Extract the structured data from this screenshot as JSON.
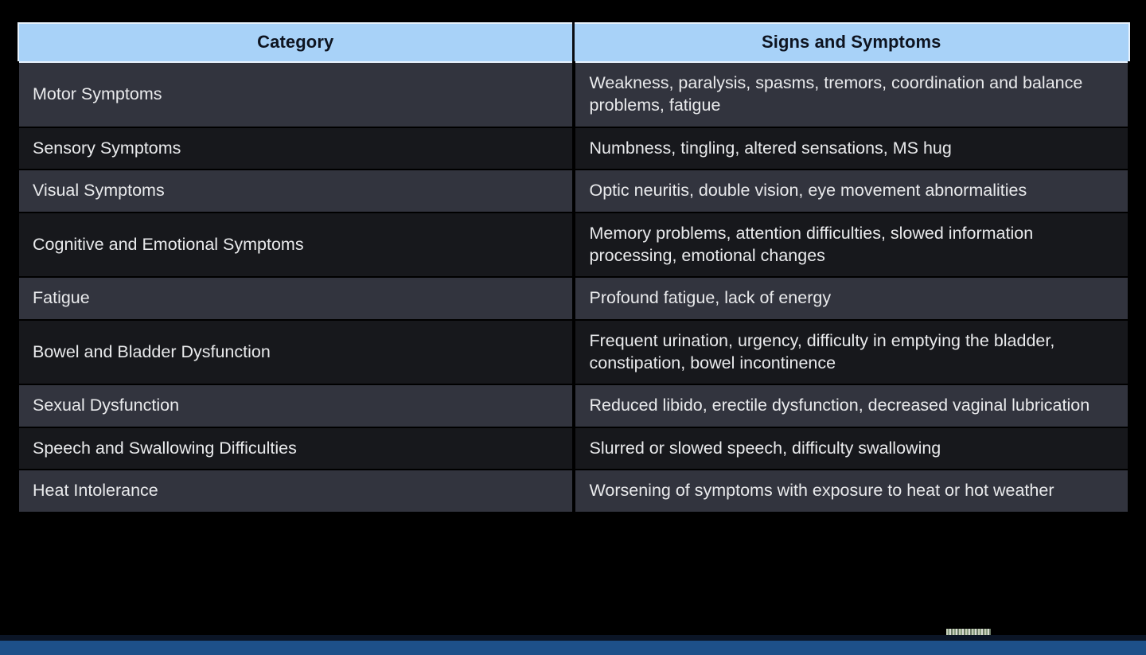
{
  "slide": {
    "background_color": "#000000",
    "bottom_bar_color": "#1d5089",
    "header_fill_color": "#a8d2f8",
    "row_odd_color": "#32343e",
    "row_even_color": "#17181c"
  },
  "table": {
    "columns": [
      {
        "key": "category",
        "label": "Category"
      },
      {
        "key": "symptoms",
        "label": "Signs and Symptoms"
      }
    ],
    "rows": [
      {
        "category": "Motor Symptoms",
        "symptoms": "Weakness, paralysis, spasms, tremors, coordination and balance problems, fatigue"
      },
      {
        "category": "Sensory Symptoms",
        "symptoms": "Numbness, tingling, altered sensations, MS hug"
      },
      {
        "category": "Visual Symptoms",
        "symptoms": "Optic neuritis, double vision, eye movement abnormalities"
      },
      {
        "category": "Cognitive and Emotional Symptoms",
        "symptoms": "Memory problems, attention difficulties, slowed information processing, emotional changes"
      },
      {
        "category": "Fatigue",
        "symptoms": "Profound fatigue, lack of energy"
      },
      {
        "category": "Bowel and Bladder Dysfunction",
        "symptoms": "Frequent urination, urgency, difficulty in emptying the bladder, constipation, bowel incontinence"
      },
      {
        "category": "Sexual Dysfunction",
        "symptoms": "Reduced libido, erectile dysfunction, decreased vaginal lubrication"
      },
      {
        "category": "Speech and Swallowing Difficulties",
        "symptoms": "Slurred or slowed speech, difficulty swallowing"
      },
      {
        "category": "Heat Intolerance",
        "symptoms": "Worsening of symptoms with exposure to heat or hot weather"
      }
    ]
  }
}
